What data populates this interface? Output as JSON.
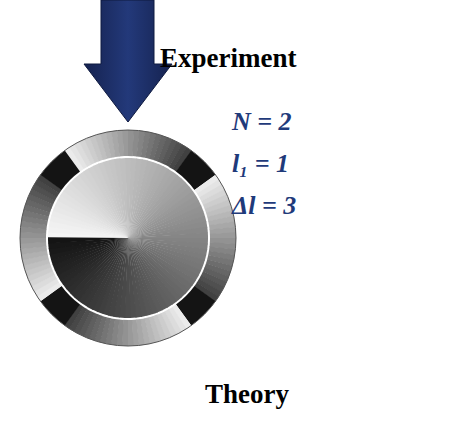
{
  "diagram": {
    "labels": [
      "Experiment",
      "N = 2",
      "l₁ = 1",
      "Δl = 3",
      "Theory"
    ]
  }
}
